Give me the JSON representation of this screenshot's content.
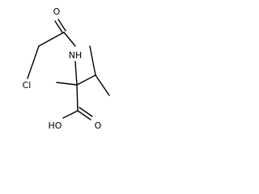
{
  "molecule": {
    "atoms": {
      "oxygen_carbonyl_amide": "O",
      "amide_nitrogen": "NH",
      "chlorine": "Cl",
      "hydroxyl": "HO",
      "oxygen_carbonyl_acid": "O"
    }
  }
}
